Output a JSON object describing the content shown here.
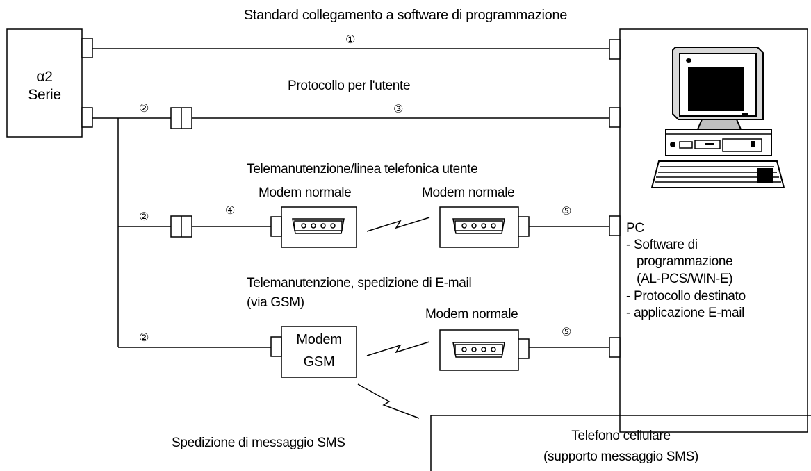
{
  "title": "Standard collegamento a software di programmazione",
  "alpha": {
    "line1": "α2",
    "line2": "Serie"
  },
  "labels": {
    "protocol": "Protocollo per l'utente",
    "tele_phone": "Telemanutenzione/linea telefonica utente",
    "modem_normal_1": "Modem normale",
    "modem_normal_2": "Modem normale",
    "modem_normal_3": "Modem normale",
    "tele_gsm_1": "Telemanutenzione, spedizione di E-mail",
    "tele_gsm_2": "(via GSM)",
    "modem_gsm_1": "Modem",
    "modem_gsm_2": "GSM",
    "sms": "Spedizione di messaggio SMS",
    "phone_1": "Telefono cellulare",
    "phone_2": "(supporto messaggio SMS)"
  },
  "pc": {
    "title": "PC",
    "items": [
      "- Software di",
      "programmazione",
      "(AL-PCS/WIN-E)",
      "- Protocollo destinato",
      "- applicazione E-mail"
    ]
  },
  "numbers": {
    "n1": "①",
    "n2a": "②",
    "n2b": "②",
    "n2c": "②",
    "n3": "③",
    "n4": "④",
    "n5a": "⑤",
    "n5b": "⑤"
  }
}
